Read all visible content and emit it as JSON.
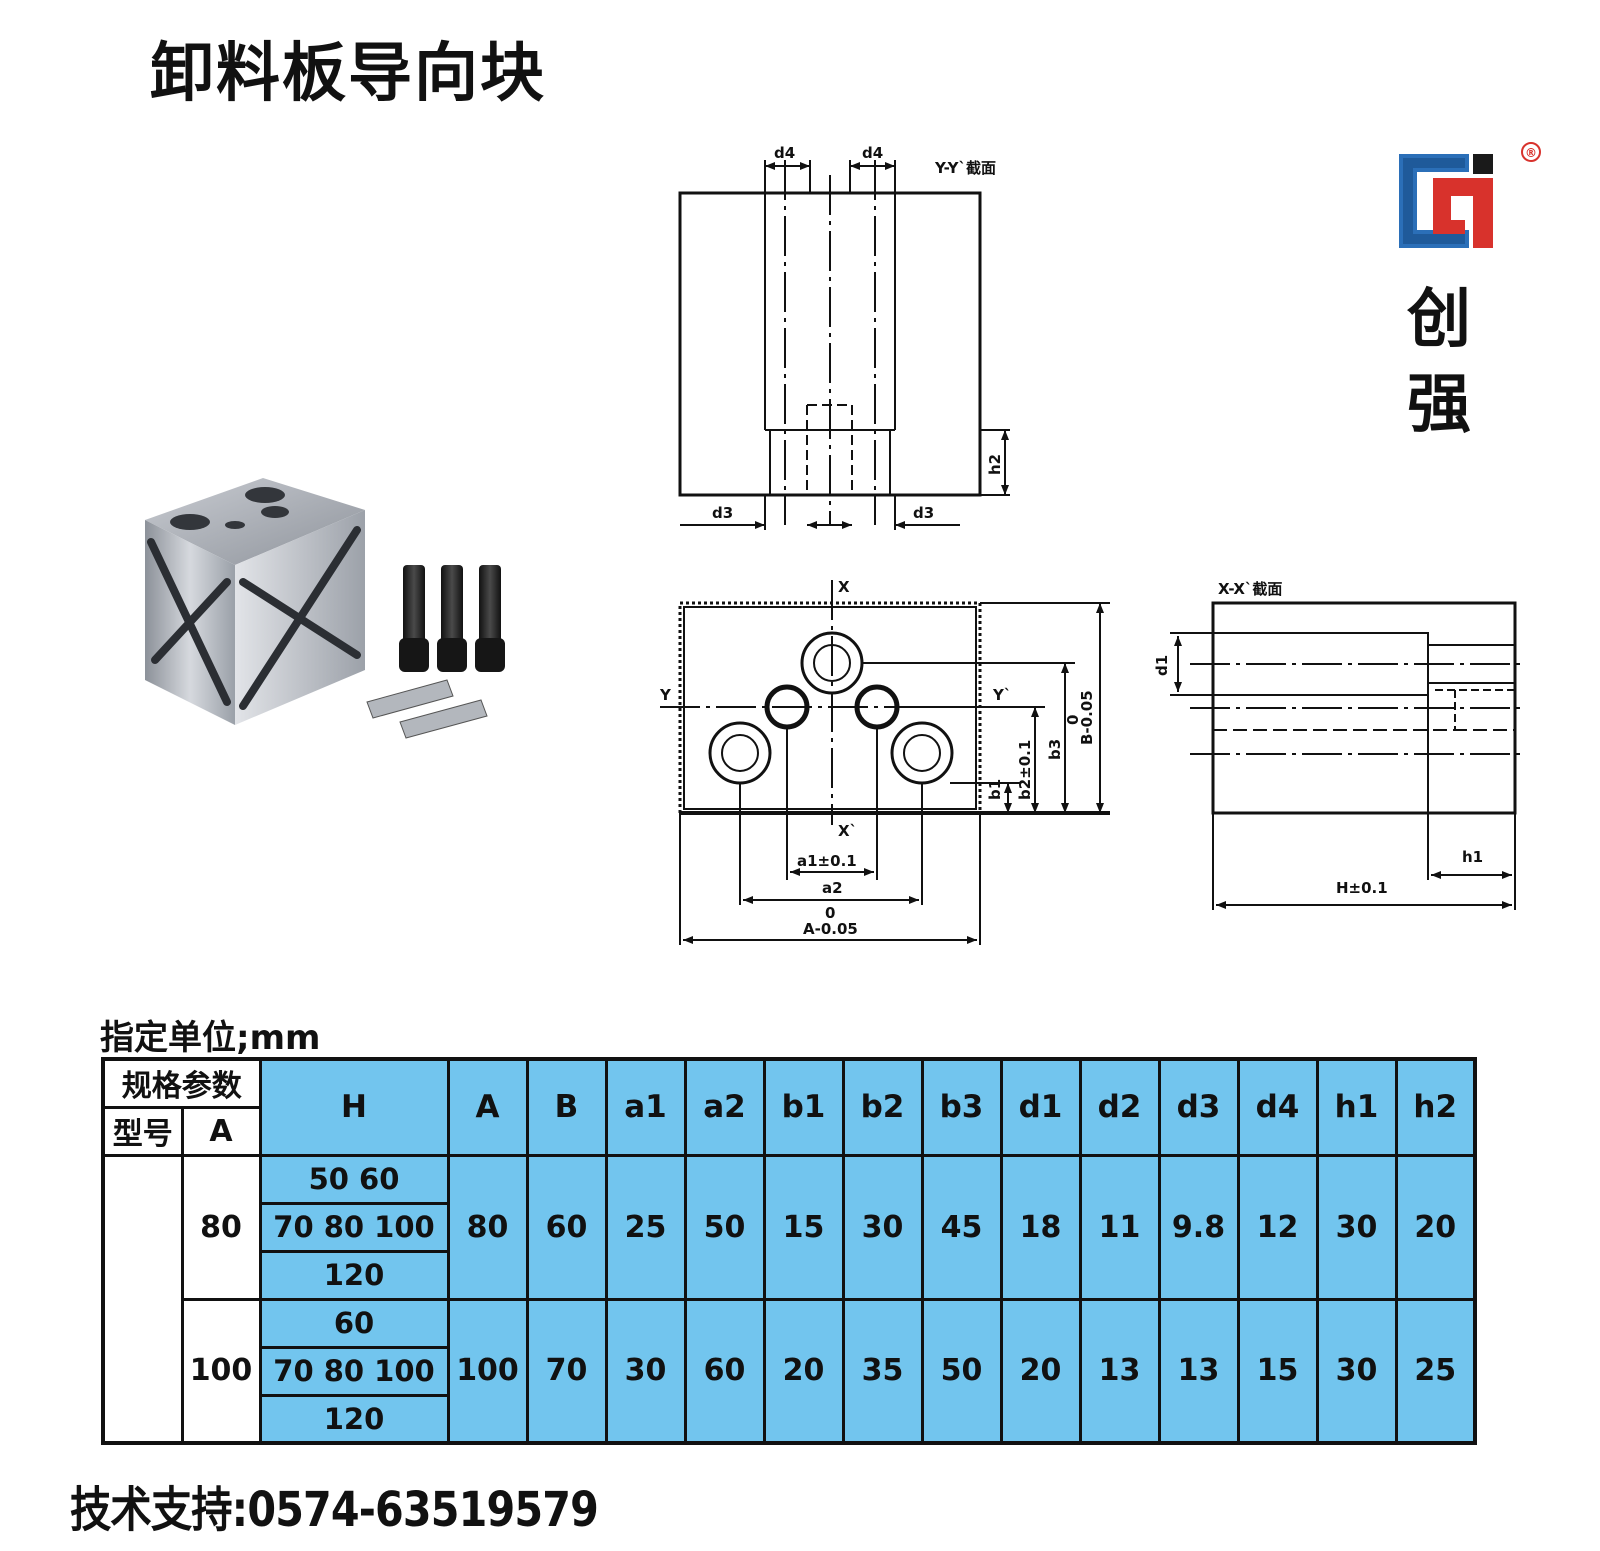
{
  "title": "卸料板导向块",
  "brand": {
    "name_chars": [
      "创",
      "强"
    ],
    "registered_mark": "®",
    "colors": {
      "blue": "#2b6fb8",
      "red": "#d8322c",
      "dark": "#1a1a1a"
    }
  },
  "drawing": {
    "yy_section_label": "Y-Y`截面",
    "xx_section_label": "X-X`截面",
    "labels": {
      "d4": "d4",
      "d3": "d3",
      "h2": "h2",
      "x": "X",
      "x_prime": "X`",
      "y": "Y",
      "y_prime": "Y`",
      "b1": "b1",
      "b2": "b2±0.1",
      "b3": "b3",
      "b_tol": "B-0.05",
      "b_zero": "0",
      "a1": "a1±0.1",
      "a2": "a2",
      "a_zero": "0",
      "a_tol": "A-0.05",
      "d1": "d1",
      "h1": "h1",
      "h": "H±0.1"
    }
  },
  "unit_label": "指定单位;mm",
  "table": {
    "corner_top": "规格参数",
    "corner_model": "型号",
    "corner_a": "A",
    "headers": [
      "H",
      "A",
      "B",
      "a1",
      "a2",
      "b1",
      "b2",
      "b3",
      "d1",
      "d2",
      "d3",
      "d4",
      "h1",
      "h2"
    ],
    "groups": [
      {
        "a": "80",
        "h_values": [
          "50 60",
          "70 80 100",
          "120"
        ],
        "values": [
          "80",
          "60",
          "25",
          "50",
          "15",
          "30",
          "45",
          "18",
          "11",
          "9.8",
          "12",
          "30",
          "20"
        ]
      },
      {
        "a": "100",
        "h_values": [
          "60",
          "70 80 100",
          "120"
        ],
        "values": [
          "100",
          "70",
          "30",
          "60",
          "20",
          "35",
          "50",
          "20",
          "13",
          "13",
          "15",
          "30",
          "25"
        ]
      }
    ],
    "colors": {
      "cell_blue": "#72c5ee"
    }
  },
  "footer": "技术支持:0574-63519579"
}
